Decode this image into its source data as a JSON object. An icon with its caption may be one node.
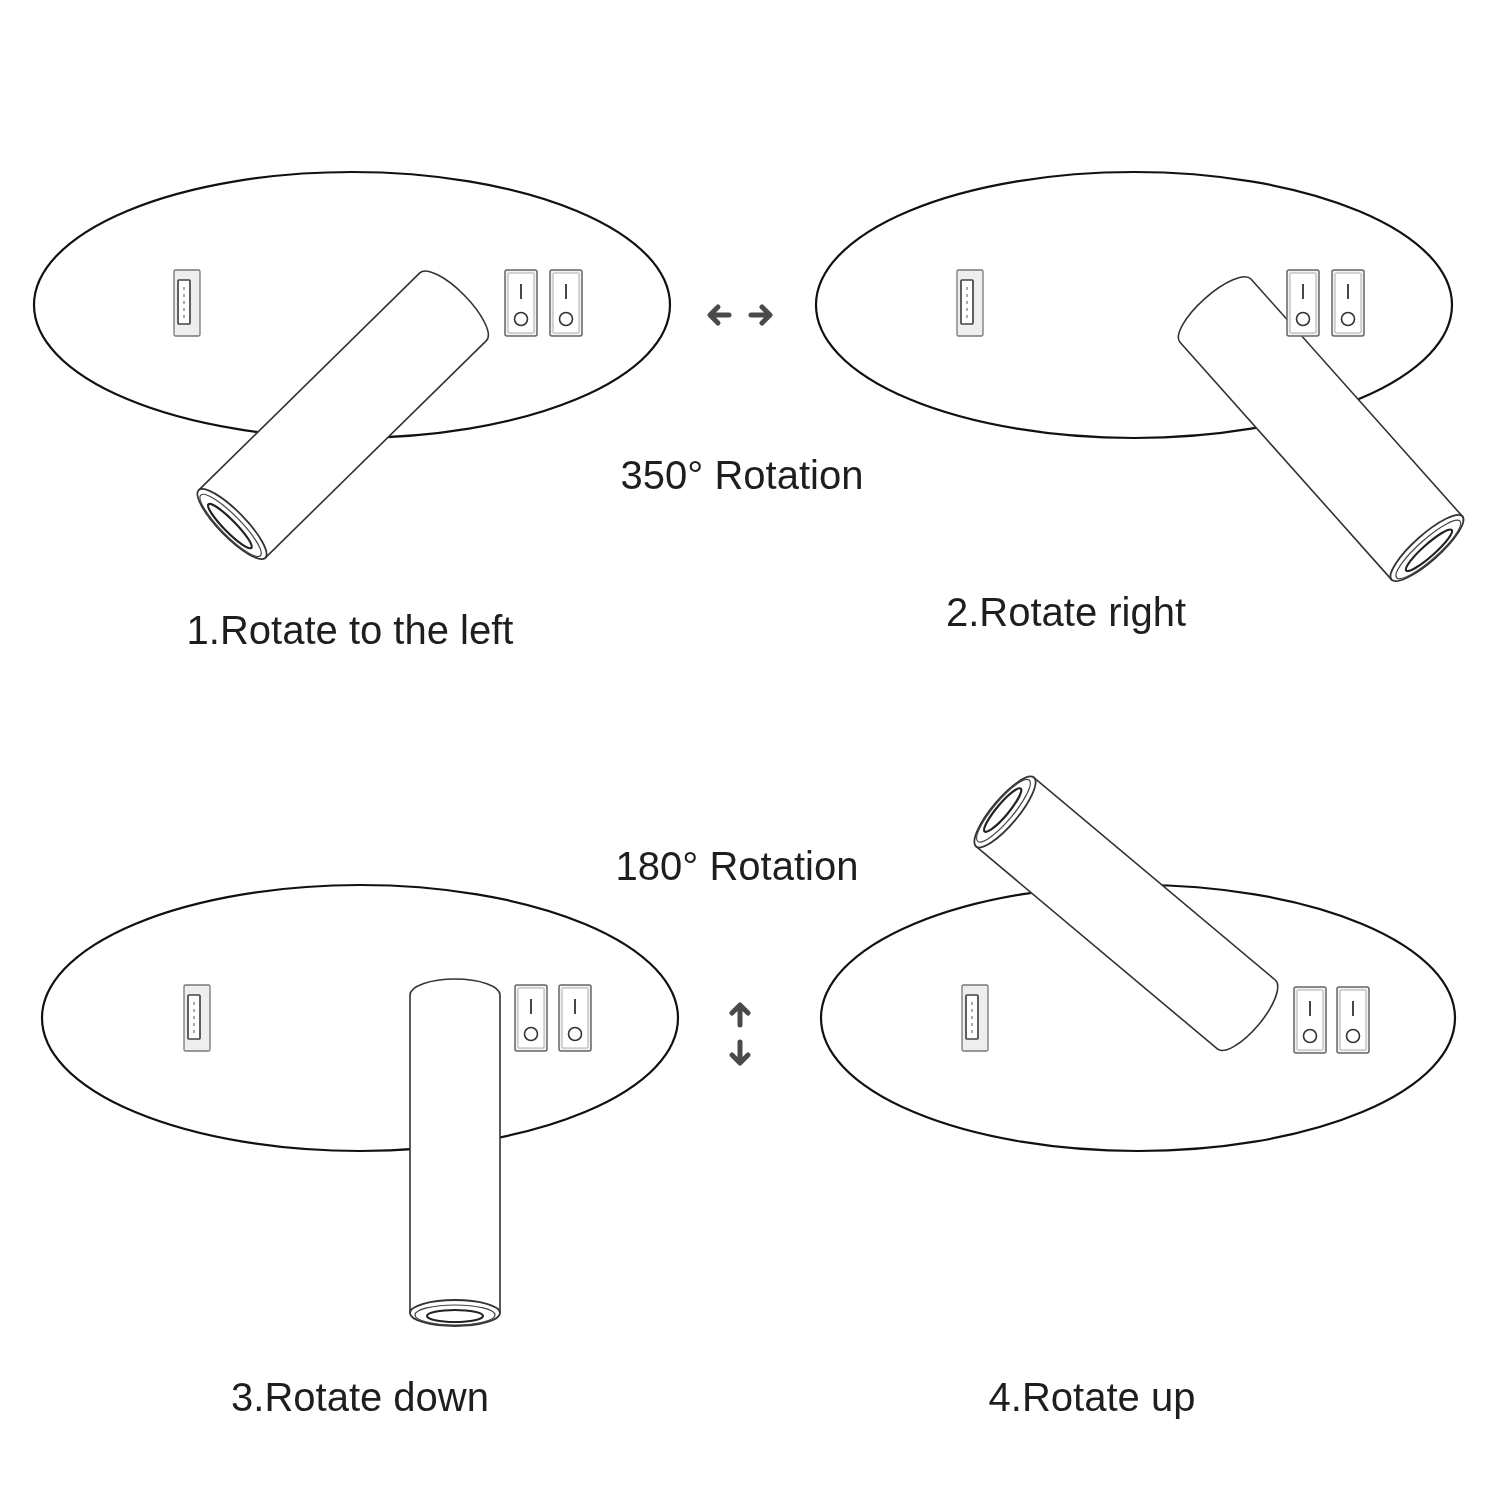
{
  "diagram": {
    "labels": [
      "350° Rotation",
      "1.Rotate to the left",
      "2.Rotate right",
      "180° Rotation",
      "3.Rotate down",
      "4.Rotate up"
    ]
  }
}
